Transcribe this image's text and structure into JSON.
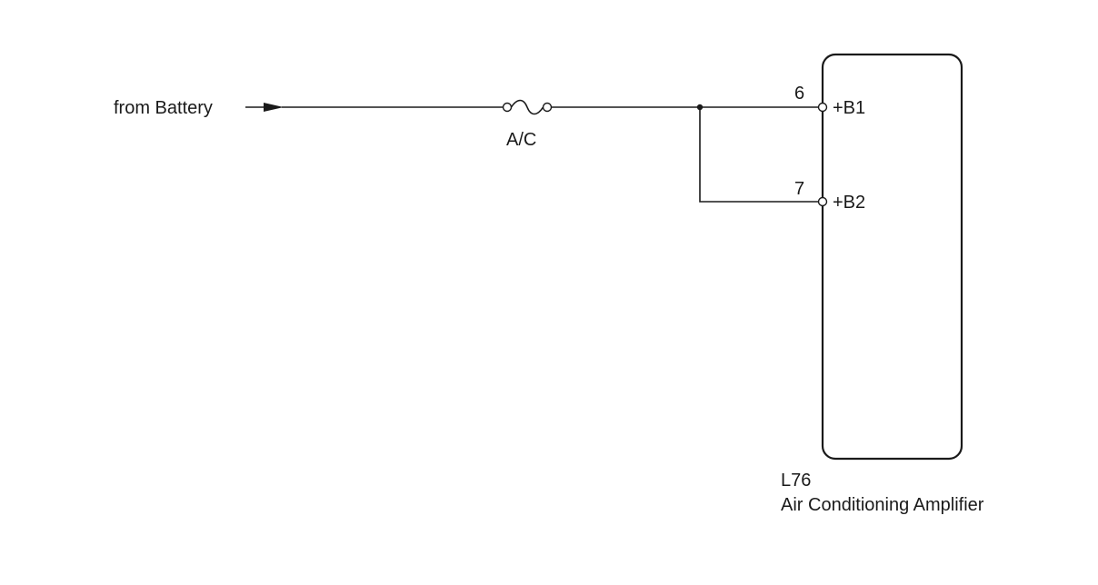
{
  "source": {
    "label": "from Battery"
  },
  "fuse": {
    "label": "A/C"
  },
  "component": {
    "code": "L76",
    "name": "Air Conditioning Amplifier",
    "terminals": [
      {
        "pin": "6",
        "name": "+B1"
      },
      {
        "pin": "7",
        "name": "+B2"
      }
    ]
  }
}
